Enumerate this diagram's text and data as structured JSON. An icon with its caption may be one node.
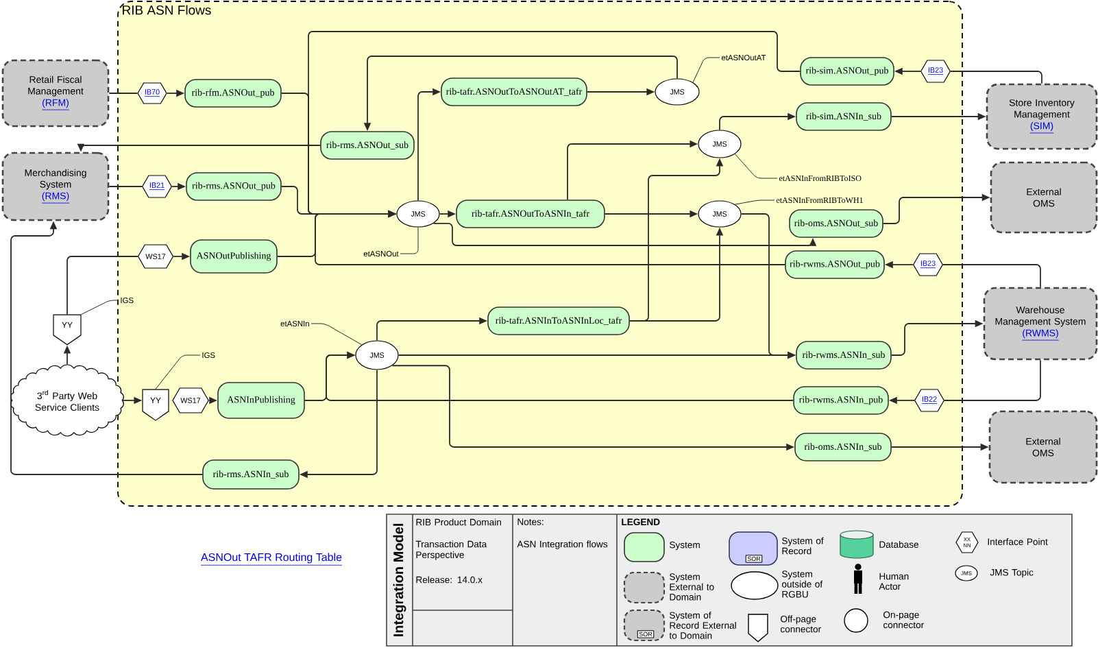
{
  "diagram": {
    "nodes": [
      {
        "text": [
          "RIB ASN Flows"
        ]
      },
      {
        "text": [
          "Retail Fiscal Management",
          "(RFM)"
        ]
      },
      {
        "text": [
          "IB70"
        ],
        "in": 0
      },
      {
        "text": [
          "rib-rfm.ASNOut_pub"
        ],
        "in": 0
      },
      {
        "text": [
          "rib-tafr.ASNOutToASNOutAT_tafr"
        ],
        "in": 0
      },
      {
        "text": [
          "JMS"
        ],
        "in": 0
      },
      {
        "text": [
          "etASNOutAT"
        ],
        "in": 0
      },
      {
        "text": [
          "rib-sim.ASNOut_pub"
        ],
        "in": 0
      },
      {
        "text": [
          "IB23"
        ],
        "in": 0
      },
      {
        "text": [
          "Store Inventory Management",
          "(SIM)"
        ]
      },
      {
        "text": [
          "rib-sim.ASNIn_sub"
        ],
        "in": 0
      },
      {
        "text": [
          "rib-rms.ASNOut_sub"
        ],
        "in": 0
      },
      {
        "text": [
          "JMS"
        ],
        "in": 0
      },
      {
        "text": [
          "Merchandising System",
          "(RMS)"
        ]
      },
      {
        "text": [
          "IB21"
        ],
        "in": 0
      },
      {
        "text": [
          "rib-rms.ASNOut_pub"
        ],
        "in": 0
      },
      {
        "text": [
          "External OMS"
        ]
      },
      {
        "text": [
          "etASNInFromRIBToISO"
        ],
        "in": 0
      },
      {
        "text": [
          "etASNInFromRIBToWH1"
        ],
        "in": 0
      },
      {
        "text": [
          "JMS"
        ],
        "in": 0
      },
      {
        "text": [
          "rib-tafr.ASNOutToASNIn_tafr"
        ],
        "in": 0
      },
      {
        "text": [
          "JMS"
        ],
        "in": 0
      },
      {
        "text": [
          "rib-oms.ASNOut_sub"
        ],
        "in": 0
      },
      {
        "text": [
          "WS17"
        ],
        "in": 0
      },
      {
        "text": [
          "ASNOutPublishing"
        ],
        "in": 0
      },
      {
        "text": [
          "etASNOut"
        ],
        "in": 0
      },
      {
        "text": [
          "rib-rwms.ASNOut_pub"
        ],
        "in": 0
      },
      {
        "text": [
          "IB23"
        ],
        "in": 0
      },
      {
        "text": [
          "Warehouse Management System",
          "(RWMS)"
        ]
      },
      {
        "text": [
          "YY"
        ]
      },
      {
        "text": [
          "IGS"
        ],
        "in": 0
      },
      {
        "text": [
          "rib-tafr.ASNInToASNInLoc_tafr"
        ],
        "in": 0
      },
      {
        "text": [
          "etASNIn"
        ],
        "in": 0
      },
      {
        "text": [
          "JMS"
        ],
        "in": 0
      },
      {
        "text": [
          "rib-rwms.ASNIn_sub"
        ],
        "in": 0
      },
      {
        "text": [
          "IGS"
        ],
        "in": 0
      },
      {
        "text": [
          "3$^{rd}$ Party Web Service Clients"
        ]
      },
      {
        "text": [
          "YY"
        ],
        "in": 0
      },
      {
        "text": [
          "WS17"
        ],
        "in": 0
      },
      {
        "text": [
          "ASNInPublishing"
        ],
        "in": 0
      },
      {
        "text": [
          "rib-rwms.ASNIn_pub"
        ],
        "in": 0
      },
      {
        "text": [
          "IB22"
        ],
        "in": 0
      },
      {
        "text": [
          "External OMS"
        ]
      },
      {
        "text": [
          "rib-oms.ASNIn_sub"
        ],
        "in": 0
      },
      {
        "text": [
          "rib-rms.ASNIn_sub"
        ],
        "in": 0
      }
    ],
    "edges": [
      {
        "from": 1,
        "to": 2,
        "arrow": "none"
      },
      {
        "from": 2,
        "to": 3,
        "arrow": "to"
      },
      {
        "from": 13,
        "to": 14,
        "arrow": "none"
      },
      {
        "from": 14,
        "to": 15,
        "arrow": "to"
      },
      {
        "from": 3,
        "to": 19,
        "arrow": "to"
      },
      {
        "from": 15,
        "to": 19,
        "arrow": "to"
      },
      {
        "from": 24,
        "to": 19,
        "arrow": "to"
      },
      {
        "from": 7,
        "to": 19,
        "arrow": "to"
      },
      {
        "from": 26,
        "to": 19,
        "arrow": "to"
      },
      {
        "from": 23,
        "to": 24,
        "arrow": "to"
      },
      {
        "from": 29,
        "to": 23,
        "arrow": "none"
      },
      {
        "from": 36,
        "to": 29,
        "arrow": "to"
      },
      {
        "from": 30,
        "to": 29,
        "arrow": "none"
      },
      {
        "from": 36,
        "to": 37,
        "arrow": "to"
      },
      {
        "from": 35,
        "to": 37,
        "arrow": "none"
      },
      {
        "from": 38,
        "to": 39,
        "arrow": "to"
      },
      {
        "from": 19,
        "to": 4,
        "arrow": "to"
      },
      {
        "from": 19,
        "to": 20,
        "arrow": "to"
      },
      {
        "from": 19,
        "to": 22,
        "arrow": "to"
      },
      {
        "from": 25,
        "to": 19,
        "arrow": "none"
      },
      {
        "from": 4,
        "to": 5,
        "arrow": "to"
      },
      {
        "from": 5,
        "to": 11,
        "arrow": "to"
      },
      {
        "from": 6,
        "to": 5,
        "arrow": "none"
      },
      {
        "from": 11,
        "to": 13,
        "arrow": "to"
      },
      {
        "from": 20,
        "to": 12,
        "arrow": "to"
      },
      {
        "from": 20,
        "to": 21,
        "arrow": "to"
      },
      {
        "from": 12,
        "to": 10,
        "arrow": "to"
      },
      {
        "from": 17,
        "to": 12,
        "arrow": "none"
      },
      {
        "from": 10,
        "to": 9,
        "arrow": "to"
      },
      {
        "from": 9,
        "to": 8,
        "arrow": "none"
      },
      {
        "from": 8,
        "to": 7,
        "arrow": "to"
      },
      {
        "from": 21,
        "to": 34,
        "arrow": "to"
      },
      {
        "from": 18,
        "to": 21,
        "arrow": "none"
      },
      {
        "from": 34,
        "to": 28,
        "arrow": "to"
      },
      {
        "from": 28,
        "to": 27,
        "arrow": "none"
      },
      {
        "from": 27,
        "to": 26,
        "arrow": "to"
      },
      {
        "from": 28,
        "to": 41,
        "arrow": "none"
      },
      {
        "from": 41,
        "to": 40,
        "arrow": "to"
      },
      {
        "from": 40,
        "to": 33,
        "arrow": "to"
      },
      {
        "from": 39,
        "to": 33,
        "arrow": "to"
      },
      {
        "from": 33,
        "to": 31,
        "arrow": "to"
      },
      {
        "from": 33,
        "to": 44,
        "arrow": "to"
      },
      {
        "from": 33,
        "to": 43,
        "arrow": "to"
      },
      {
        "from": 33,
        "to": 34,
        "arrow": "to"
      },
      {
        "from": 32,
        "to": 33,
        "arrow": "none"
      },
      {
        "from": 31,
        "to": 21,
        "arrow": "to"
      },
      {
        "from": 31,
        "to": 12,
        "arrow": "to"
      },
      {
        "from": 22,
        "to": 16,
        "arrow": "to"
      },
      {
        "from": 43,
        "to": 42,
        "arrow": "to"
      },
      {
        "from": 44,
        "to": 13,
        "arrow": "to"
      }
    ],
    "labels": [
      "ASNOut TAFR Routing Table",
      "Integration Model",
      "RIB Product Domain",
      "Transaction Data Perspective",
      "Release: 14.0.x",
      "Notes:",
      "ASN Integration flows",
      "LEGEND",
      "SOR",
      "XX NN",
      "JMS",
      "SOR"
    ],
    "legend": [
      {
        "text": "System"
      },
      {
        "text": "System of Record"
      },
      {
        "text": "Database"
      },
      {
        "text": "Interface Point"
      },
      {
        "text": "System External to Domain"
      },
      {
        "text": "System outside of RGBU"
      },
      {
        "text": "Human Actor"
      },
      {
        "text": "JMS Topic"
      },
      {
        "text": "System of Record External to Domain"
      },
      {
        "text": "Off-page connector"
      },
      {
        "text": "On-page connector"
      }
    ]
  }
}
